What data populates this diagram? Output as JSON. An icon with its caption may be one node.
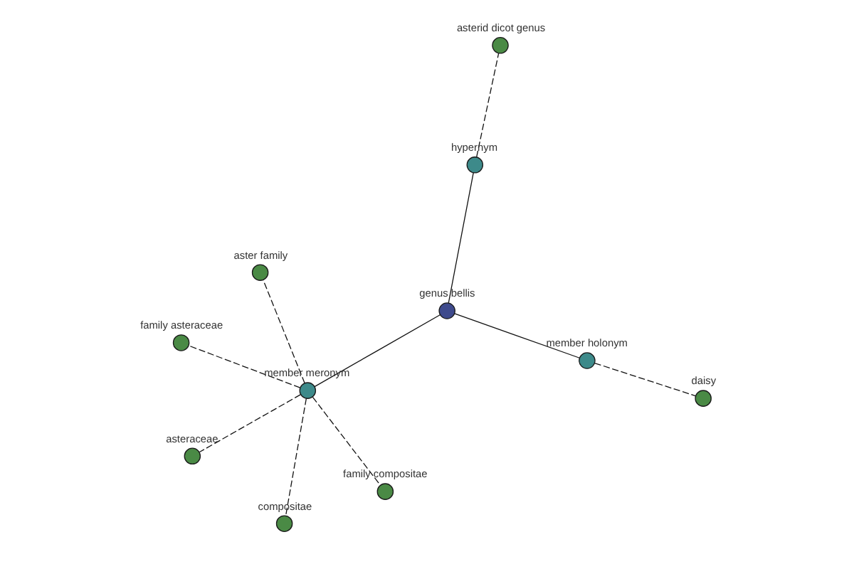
{
  "diagram": {
    "nodes": [
      {
        "text": [
          "asterid dicot genus"
        ]
      },
      {
        "text": [
          "hypernym"
        ]
      },
      {
        "text": [
          "genus bellis"
        ]
      },
      {
        "text": [
          "member holonym"
        ]
      },
      {
        "text": [
          "aster family"
        ]
      },
      {
        "text": [
          "member meronym"
        ]
      },
      {
        "text": [
          "family compositae"
        ]
      },
      {
        "text": [
          "daisy"
        ]
      },
      {
        "text": [
          "compositae"
        ]
      },
      {
        "text": [
          "family asteraceae"
        ]
      },
      {
        "text": [
          "asteraceae"
        ]
      }
    ],
    "edges": [
      {
        "from": 2,
        "to": 1,
        "arrow": "none"
      },
      {
        "from": 1,
        "to": 0,
        "arrow": "none",
        "style": "dashed"
      },
      {
        "from": 2,
        "to": 3,
        "arrow": "none"
      },
      {
        "from": 3,
        "to": 7,
        "arrow": "none",
        "style": "dashed"
      },
      {
        "from": 2,
        "to": 5,
        "arrow": "none"
      },
      {
        "from": 5,
        "to": 4,
        "arrow": "none",
        "style": "dashed"
      },
      {
        "from": 5,
        "to": 6,
        "arrow": "none",
        "style": "dashed"
      },
      {
        "from": 5,
        "to": 8,
        "arrow": "none",
        "style": "dashed"
      },
      {
        "from": 5,
        "to": 9,
        "arrow": "none",
        "style": "dashed"
      },
      {
        "from": 5,
        "to": 10,
        "arrow": "none",
        "style": "dashed"
      }
    ]
  }
}
